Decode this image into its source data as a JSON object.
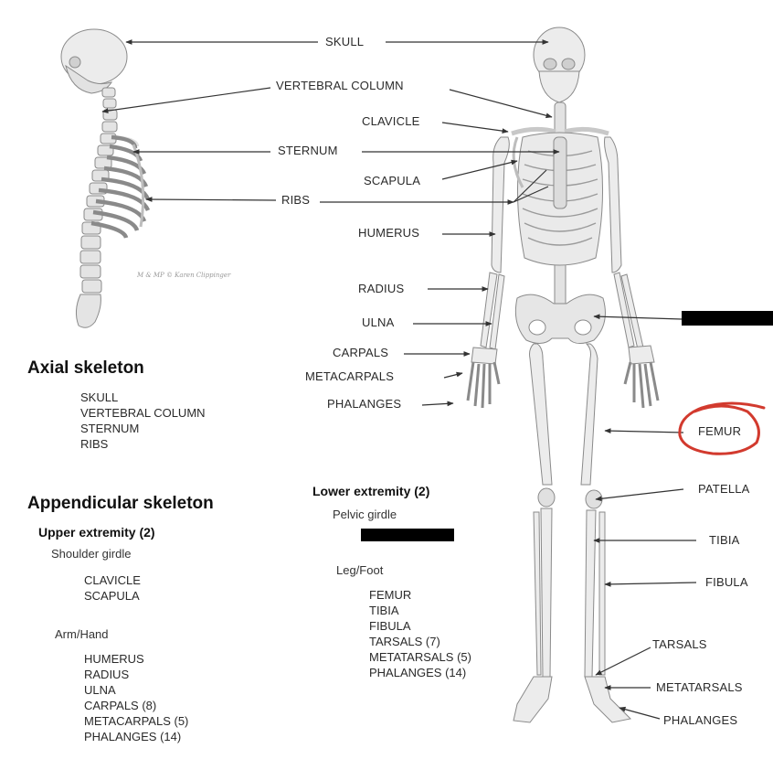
{
  "labels": {
    "skull": "SKULL",
    "vertebral_column": "VERTEBRAL COLUMN",
    "clavicle": "CLAVICLE",
    "sternum": "STERNUM",
    "scapula": "SCAPULA",
    "ribs": "RIBS",
    "humerus": "HUMERUS",
    "radius": "RADIUS",
    "ulna": "ULNA",
    "carpals": "CARPALS",
    "metacarpals": "METACARPALS",
    "phalanges_hand": "PHALANGES",
    "femur": "FEMUR",
    "patella": "PATELLA",
    "tibia": "TIBIA",
    "fibula": "FIBULA",
    "tarsals": "TARSALS",
    "metatarsals": "METATARSALS",
    "phalanges_foot": "PHALANGES"
  },
  "credit": "M & MP © Karen Clippinger",
  "axial": {
    "title": "Axial skeleton",
    "items": [
      "SKULL",
      "VERTEBRAL COLUMN",
      "STERNUM",
      "RIBS"
    ]
  },
  "appendicular": {
    "title": "Appendicular skeleton",
    "upper": {
      "title": "Upper extremity (2)",
      "girdle_title": "Shoulder girdle",
      "girdle_items": [
        "CLAVICLE",
        "SCAPULA"
      ],
      "limb_title": "Arm/Hand",
      "limb_items": [
        "HUMERUS",
        "RADIUS",
        "ULNA",
        "CARPALS (8)",
        "METACARPALS (5)",
        "PHALANGES (14)"
      ]
    },
    "lower": {
      "title": "Lower extremity (2)",
      "girdle_title": "Pelvic girdle",
      "limb_title": "Leg/Foot",
      "limb_items": [
        "FEMUR",
        "TIBIA",
        "FIBULA",
        "TARSALS (7)",
        "METATARSALS (5)",
        "PHALANGES (14)"
      ]
    }
  },
  "colors": {
    "bone": "#ececec",
    "bone_stroke": "#8a8a8a",
    "leader": "#333333",
    "highlight": "#d23a2e",
    "redaction": "#000000"
  }
}
